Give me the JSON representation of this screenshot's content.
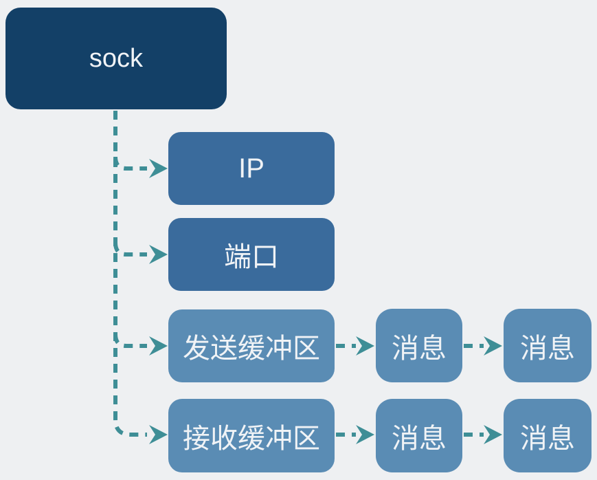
{
  "diagram": {
    "nodes": {
      "sock": {
        "label": "sock"
      },
      "ip": {
        "label": "IP"
      },
      "port": {
        "label": "端口"
      },
      "send_buffer": {
        "label": "发送缓冲区"
      },
      "send_msg_1": {
        "label": "消息"
      },
      "send_msg_2": {
        "label": "消息"
      },
      "recv_buffer": {
        "label": "接收缓冲区"
      },
      "recv_msg_1": {
        "label": "消息"
      },
      "recv_msg_2": {
        "label": "消息"
      }
    },
    "edges": [
      {
        "from": "sock",
        "to": "ip",
        "style": "dashed-arrow"
      },
      {
        "from": "sock",
        "to": "port",
        "style": "dashed-arrow"
      },
      {
        "from": "sock",
        "to": "send_buffer",
        "style": "dashed-arrow"
      },
      {
        "from": "sock",
        "to": "recv_buffer",
        "style": "dashed-arrow"
      },
      {
        "from": "send_buffer",
        "to": "send_msg_1",
        "style": "dashed-arrow"
      },
      {
        "from": "send_msg_1",
        "to": "send_msg_2",
        "style": "dashed-arrow"
      },
      {
        "from": "recv_buffer",
        "to": "recv_msg_1",
        "style": "dashed-arrow"
      },
      {
        "from": "recv_msg_1",
        "to": "recv_msg_2",
        "style": "dashed-arrow"
      }
    ],
    "colors": {
      "background": "#eef0f2",
      "node_dark": "#134067",
      "node_medium": "#3a6b9c",
      "node_light": "#5a8cb4",
      "connector": "#3e8e96",
      "label_text": "#f0f3f6"
    }
  }
}
